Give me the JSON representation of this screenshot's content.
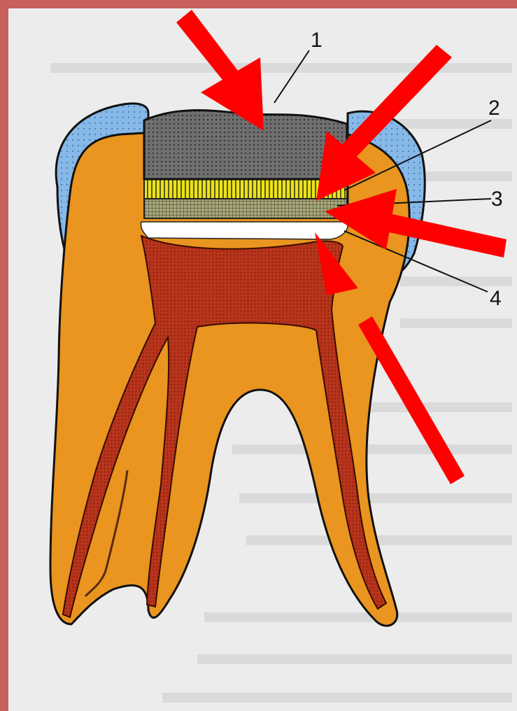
{
  "diagram": {
    "callouts": [
      {
        "id": "1",
        "label": "1"
      },
      {
        "id": "2",
        "label": "2"
      },
      {
        "id": "3",
        "label": "3"
      },
      {
        "id": "4",
        "label": "4"
      }
    ],
    "colors": {
      "background_frame": "#c8605e",
      "paper": "#ececec",
      "enamel": "#7fb6e6",
      "dentin": "#e9951f",
      "pulp": "#b8341b",
      "filling": "#6d6d6d",
      "yellow_layer": "#e6e21a",
      "lining": "#8a8a6a",
      "gap": "#ffffff",
      "arrows": "#ff0000"
    },
    "icons": [
      "arrow-icon",
      "arrow-icon",
      "arrow-icon",
      "arrow-icon"
    ]
  }
}
